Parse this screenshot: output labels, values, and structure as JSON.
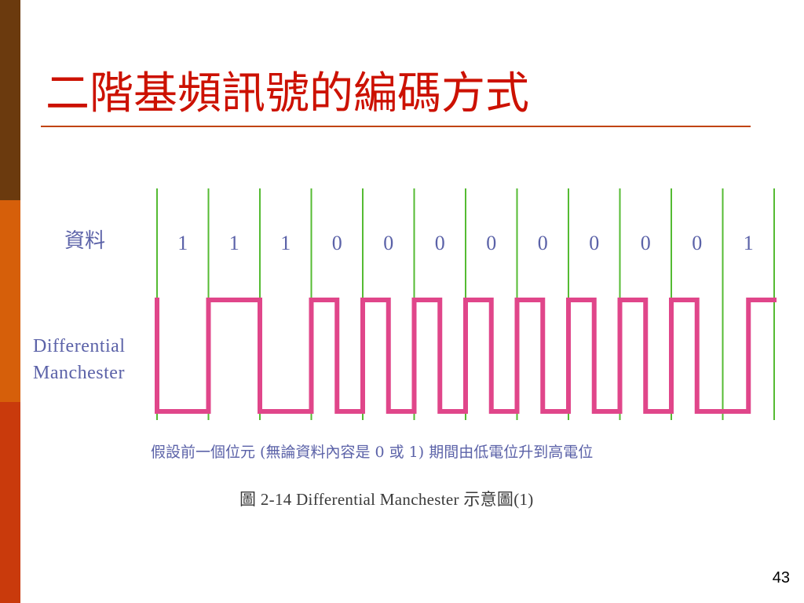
{
  "slide": {
    "title": "二階基頻訊號的編碼方式",
    "page_number": "43"
  },
  "diagram": {
    "data_label": "資料",
    "signal_label": "Differential Manchester",
    "bits": [
      "1",
      "1",
      "1",
      "0",
      "0",
      "0",
      "0",
      "0",
      "0",
      "0",
      "0",
      "1"
    ],
    "signal_levels": [
      "H",
      "L",
      "L",
      "H",
      "H",
      "L",
      "L",
      "H",
      "L",
      "H",
      "L",
      "H",
      "L",
      "H",
      "L",
      "H",
      "L",
      "H",
      "L",
      "H",
      "L",
      "H",
      "L",
      "L",
      "H"
    ],
    "note": "假設前一個位元 (無論資料內容是 0 或 1) 期間由低電位升到高電位",
    "caption": "圖 2-14    Differential Manchester  示意圖(1)",
    "colors": {
      "grid_line": "#55bb33",
      "signal": "#e0468a",
      "label": "#5b62a8",
      "bit_text": "#5b62a8"
    }
  }
}
